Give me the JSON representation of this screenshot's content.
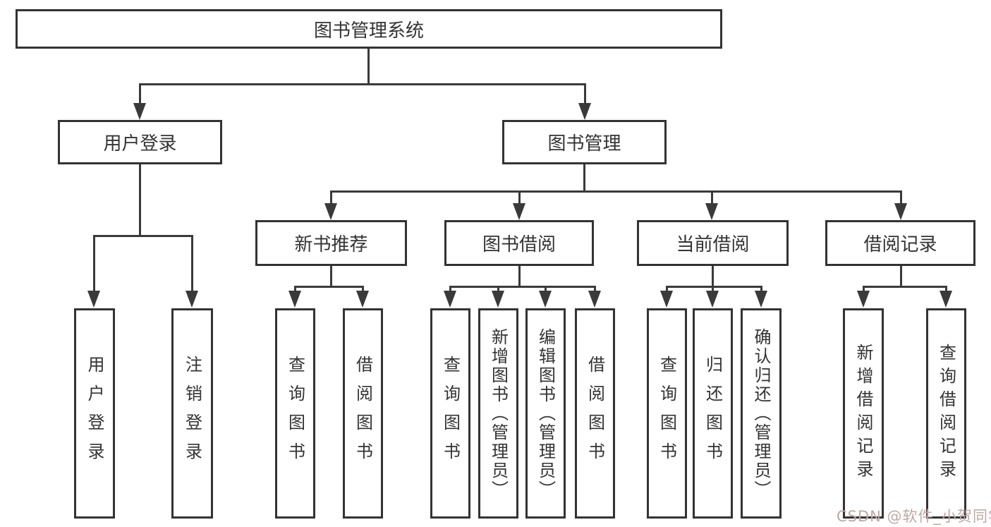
{
  "diagram": {
    "title": "图书管理系统",
    "type": "hierarchy-tree",
    "tree": {
      "label": "图书管理系统",
      "children": [
        {
          "label": "用户登录",
          "children": [
            {
              "label": "用户登录"
            },
            {
              "label": "注销登录"
            }
          ]
        },
        {
          "label": "图书管理",
          "children": [
            {
              "label": "新书推荐",
              "children": [
                {
                  "label": "查询图书"
                },
                {
                  "label": "借阅图书"
                }
              ]
            },
            {
              "label": "图书借阅",
              "children": [
                {
                  "label": "查询图书"
                },
                {
                  "label": "新增图书（管理员）"
                },
                {
                  "label": "编辑图书（管理员）"
                },
                {
                  "label": "借阅图书"
                }
              ]
            },
            {
              "label": "当前借阅",
              "children": [
                {
                  "label": "查询图书"
                },
                {
                  "label": "归还图书"
                },
                {
                  "label": "确认归还（管理员）"
                }
              ]
            },
            {
              "label": "借阅记录",
              "children": [
                {
                  "label": "新增借阅记录"
                },
                {
                  "label": "查询借阅记录"
                }
              ]
            }
          ]
        }
      ]
    }
  },
  "watermark": {
    "text": "CSDN @软件_小贺同学"
  },
  "colors": {
    "background": "#ffffff",
    "line": "#3a3a3a",
    "box_border": "#333333",
    "text": "#333333",
    "watermark": "#c2a6a6"
  }
}
